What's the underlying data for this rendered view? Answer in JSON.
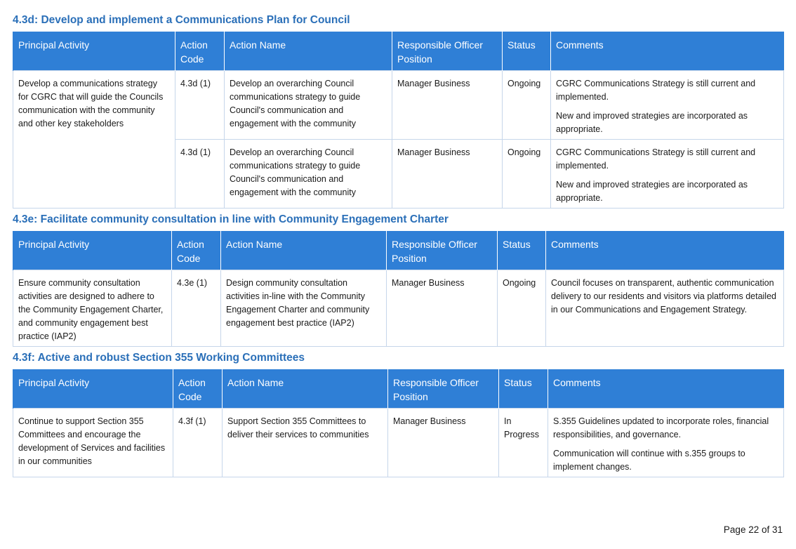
{
  "sections": [
    {
      "title": "4.3d: Develop and implement a Communications Plan for Council",
      "headers": [
        "Principal Activity",
        "Action Code",
        "Action Name",
        "Responsible Officer Position",
        "Status",
        "Comments"
      ],
      "principal_activity": "Develop a communications strategy for CGRC that will guide the Councils communication with the community and other key stakeholders",
      "rows": [
        {
          "code": "4.3d (1)",
          "name": "Develop an overarching Council communications strategy to guide Council's communication and engagement with the community",
          "officer": "Manager Business",
          "status": "Ongoing",
          "comments": [
            "CGRC Communications Strategy is still current and implemented.",
            "New and improved strategies are incorporated as appropriate."
          ]
        },
        {
          "code": "4.3d (1)",
          "name": "Develop an overarching Council communications strategy to guide Council's communication and engagement with the community",
          "officer": "Manager Business",
          "status": "Ongoing",
          "comments": [
            "CGRC Communications Strategy is still current and implemented.",
            "New and improved strategies are incorporated as appropriate."
          ]
        }
      ]
    },
    {
      "title": "4.3e: Facilitate community consultation in line with Community Engagement Charter",
      "headers": [
        "Principal Activity",
        "Action Code",
        "Action Name",
        "Responsible Officer Position",
        "Status",
        "Comments"
      ],
      "principal_activity": "Ensure community consultation activities are designed to adhere to the Community Engagement Charter, and community engagement best practice (IAP2)",
      "rows": [
        {
          "code": "4.3e (1)",
          "name": "Design community consultation activities in-line with the Community Engagement Charter and community engagement best practice (IAP2)",
          "officer": "Manager Business",
          "status": "Ongoing",
          "comments": [
            "Council focuses on transparent, authentic communication delivery to our residents and visitors via platforms detailed in our Communications and Engagement Strategy."
          ]
        }
      ]
    },
    {
      "title": "4.3f: Active and robust Section 355 Working Committees",
      "headers": [
        "Principal Activity",
        "Action Code",
        "Action Name",
        "Responsible Officer Position",
        "Status",
        "Comments"
      ],
      "principal_activity": "Continue to support Section 355 Committees and encourage the development of Services and facilities in our communities",
      "rows": [
        {
          "code": "4.3f (1)",
          "name": "Support Section 355 Committees to deliver their services to communities",
          "officer": "Manager Business",
          "status": "In Progress",
          "comments": [
            "S.355 Guidelines updated to incorporate roles, financial responsibilities, and governance.",
            "Communication will continue with s.355 groups to implement changes."
          ]
        }
      ]
    }
  ],
  "footer": {
    "page_label": "Page 22 of 31"
  },
  "colors": {
    "title": "#2a6fb8",
    "header_bg": "#2f7fd6",
    "border": "#c6d6ea"
  }
}
